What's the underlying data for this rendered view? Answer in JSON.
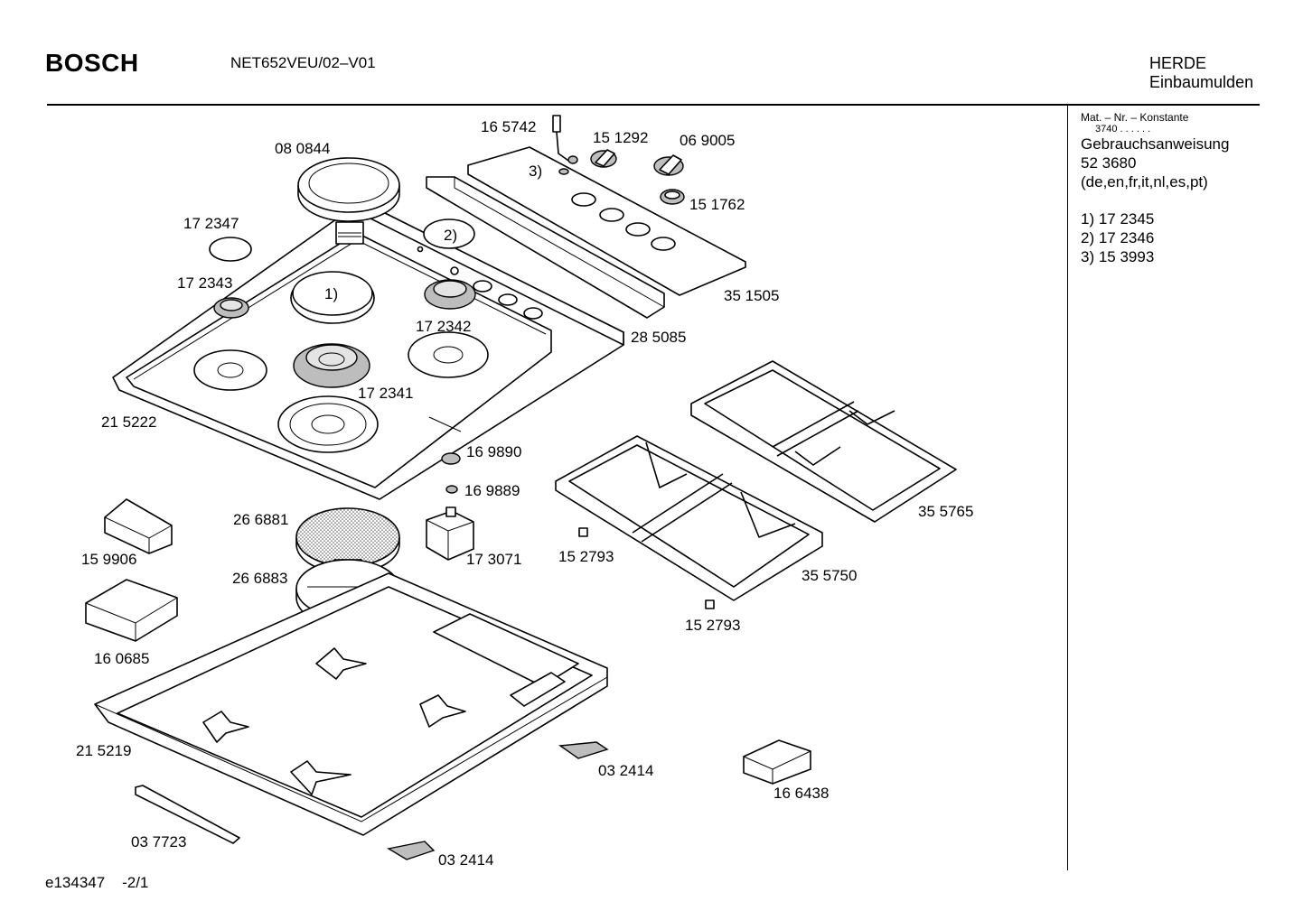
{
  "header": {
    "brand": "BOSCH",
    "model": "NET652VEU/02–V01",
    "category_line1": "HERDE",
    "category_line2": "Einbaumulden"
  },
  "side": {
    "mat_title": "Mat. – Nr. – Konstante",
    "mat_value": "3740  .  .   .  .  .  .",
    "doc_title": "Gebrauchsanweisung",
    "doc_number": "52 3680",
    "doc_langs": "(de,en,fr,it,nl,es,pt)",
    "notes": [
      "1) 17 2345",
      "2) 17 2346",
      "3) 15 3993"
    ]
  },
  "parts": {
    "p165742": "16 5742",
    "p151292": "15 1292",
    "p069005": "06 9005",
    "p080844": "08 0844",
    "p151762": "15 1762",
    "p172347": "17 2347",
    "p172343": "17 2343",
    "p172342": "17 2342",
    "p351505": "35 1505",
    "p285085": "28 5085",
    "p172341": "17 2341",
    "p215222": "21 5222",
    "p169890": "16 9890",
    "p169889": "16 9889",
    "p355765": "35 5765",
    "p266881": "26 6881",
    "p159906": "15 9906",
    "p173071": "17 3071",
    "p152793a": "15 2793",
    "p266883": "26 6883",
    "p355750": "35 5750",
    "p152793b": "15 2793",
    "p160685": "16 0685",
    "p215219": "21 5219",
    "p032414a": "03 2414",
    "p166438": "16 6438",
    "p037723": "03 7723",
    "p032414b": "03 2414",
    "callout1": "1)",
    "callout2": "2)",
    "callout3": "3)"
  },
  "footer": {
    "doc_id": "e134347",
    "page": "-2/1"
  }
}
